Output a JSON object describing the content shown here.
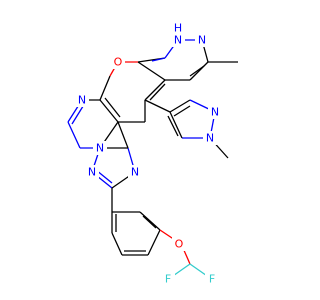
{
  "colors": {
    "bond": "#000000",
    "nitrogen": "#0000ff",
    "oxygen": "#ff0000",
    "fluorine": "#33cccc"
  },
  "atoms": {
    "n_pyrazole_nh_h": "H",
    "n_pyrazole_nh_n": "N",
    "n_pyrazole_2": "N",
    "o_pyran": "O",
    "n_pyrimidine": "N",
    "n_triazolo_bridge": "N",
    "n_triazolo_1": "N",
    "n_triazolo_2": "N",
    "n_methylpyrazole_1": "N",
    "n_methylpyrazole_2": "N",
    "o_ether": "O",
    "f_1": "F",
    "f_2": "F"
  }
}
